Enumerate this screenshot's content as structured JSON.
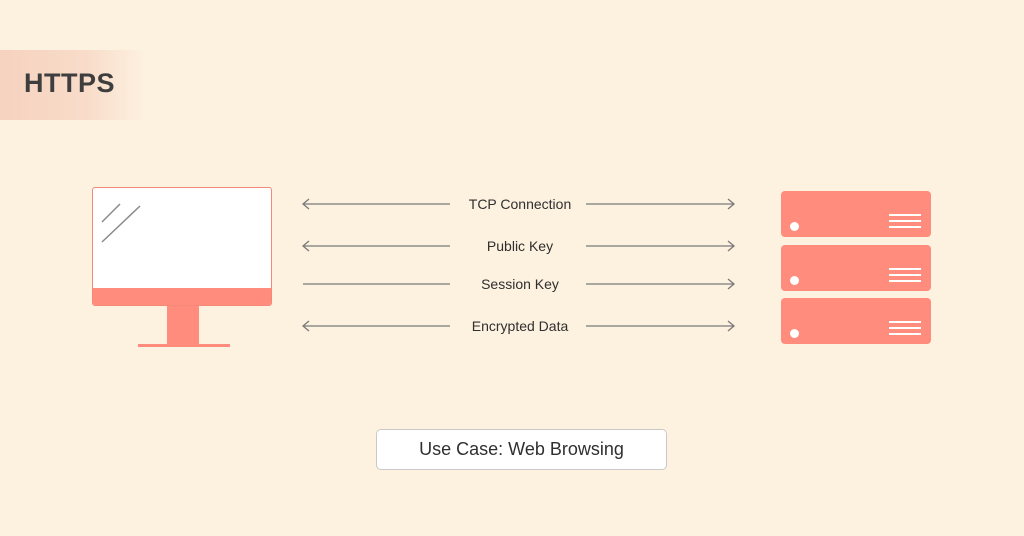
{
  "title": "HTTPS",
  "connections": [
    {
      "label": "TCP Connection",
      "arrow_left": true,
      "arrow_right": true
    },
    {
      "label": "Public Key",
      "arrow_left": true,
      "arrow_right": true
    },
    {
      "label": "Session Key",
      "arrow_left": false,
      "arrow_right": true
    },
    {
      "label": "Encrypted Data",
      "arrow_left": true,
      "arrow_right": true
    }
  ],
  "client": {
    "icon": "computer-monitor-icon"
  },
  "server": {
    "icon": "server-rack-icon",
    "units": 3
  },
  "use_case": "Use Case: Web Browsing",
  "colors": {
    "background": "#fdf1e0",
    "accent": "#ff8c7d",
    "arrow": "#7a7a7a"
  }
}
